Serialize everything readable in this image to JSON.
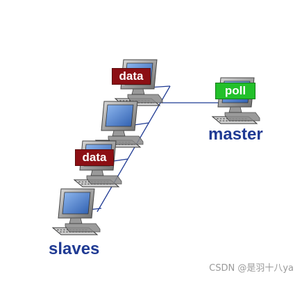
{
  "labels": {
    "master": "master",
    "slaves": "slaves"
  },
  "tags": {
    "data_top": "data",
    "data_mid": "data",
    "poll": "poll"
  },
  "watermark": "CSDN @是羽十八ya",
  "colors": {
    "label_text": "#1f3a93",
    "bus_line": "#1f3a93",
    "data_tag_bg": "#8c0f14",
    "poll_tag_bg": "#22c02a",
    "tag_text": "#ffffff",
    "monitor_frame": "#6e6e6e",
    "screen": "#5b8fd4"
  },
  "icons": [
    "computer-icon"
  ]
}
